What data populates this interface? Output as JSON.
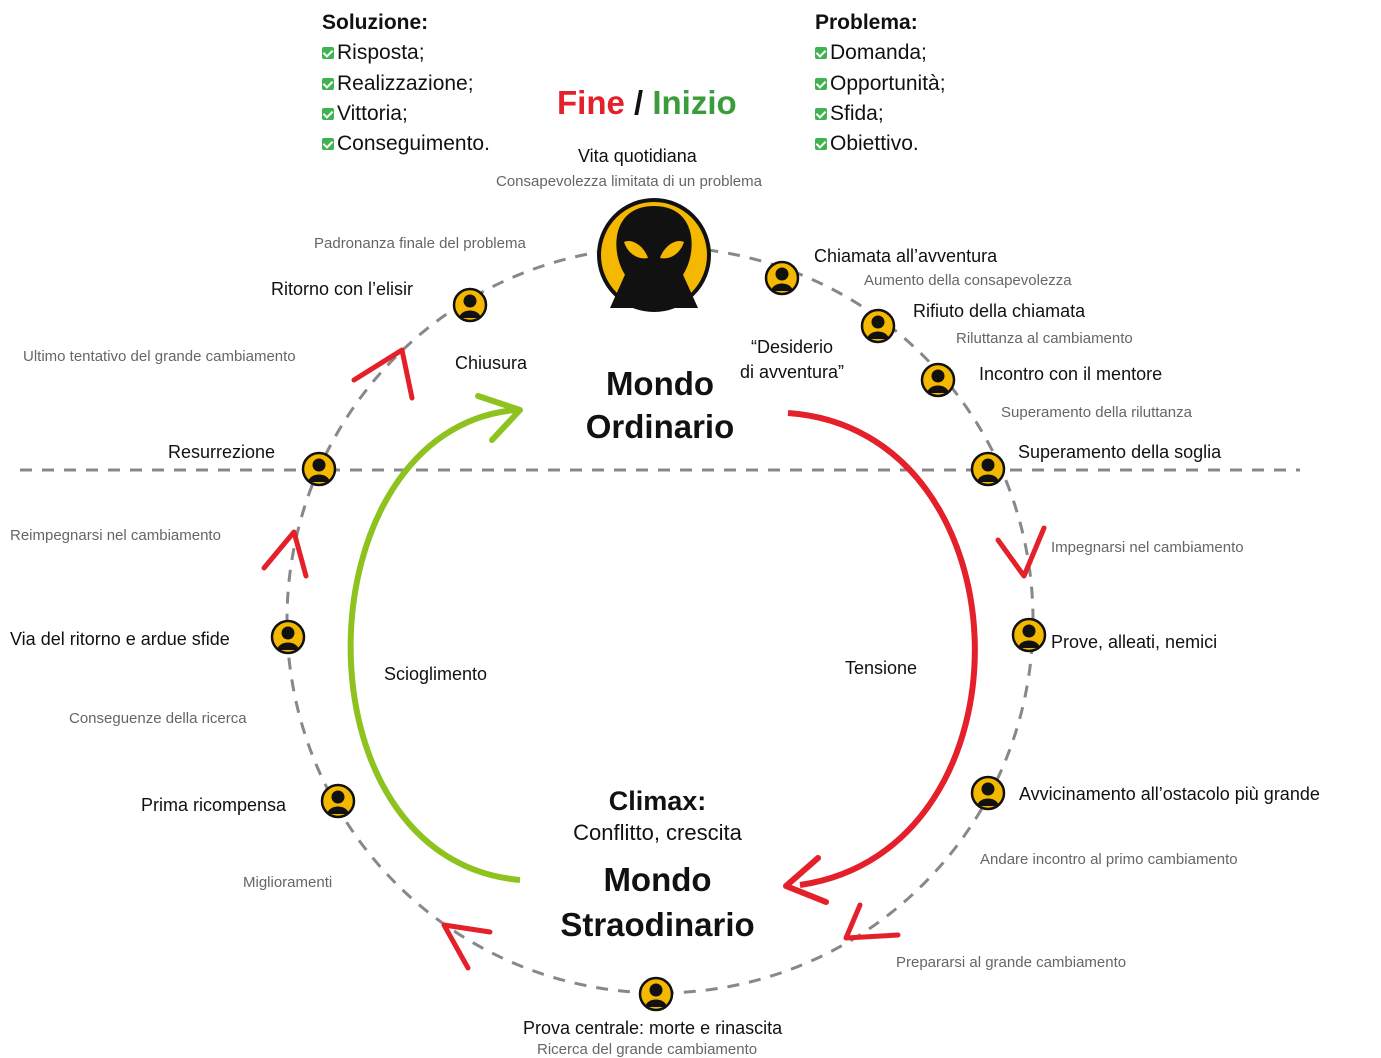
{
  "solution": {
    "title": "Soluzione:",
    "items": [
      "Risposta;",
      "Realizzazione;",
      "Vittoria;",
      "Conseguimento."
    ]
  },
  "problem": {
    "title": "Problema:",
    "items": [
      "Domanda;",
      "Opportunità;",
      "Sfida;",
      "Obiettivo."
    ]
  },
  "cycle_title": {
    "end": "Fine",
    "separator": "/",
    "start": "Inizio"
  },
  "top": {
    "label": "Vita quotidiana",
    "sub": "Consapevolezza limitata  di un problema"
  },
  "stages": {
    "call": "Chiamata all’avventura",
    "call_sub": "Aumento della consapevolezza",
    "refusal": "Rifiuto della chiamata",
    "refusal_sub": "Riluttanza al cambiamento",
    "mentor": "Incontro con il mentore",
    "mentor_sub": "Superamento della riluttanza",
    "threshold": "Superamento della soglia",
    "threshold_sub": "Impegnarsi nel cambiamento",
    "tests": "Prove, alleati, nemici",
    "approach": "Avvicinamento all’ostacolo più grande",
    "approach_sub": "Andare incontro al primo cambiamento",
    "prepare_sub": "Prepararsi al grande cambiamento",
    "ordeal": "Prova centrale: morte e rinascita",
    "ordeal_sub": "Ricerca del grande cambiamento",
    "improve_sub": "Miglioramenti",
    "reward": "Prima ricompensa",
    "consequences_sub": "Conseguenze della ricerca",
    "road_back": "Via del ritorno e ardue sfide",
    "recommit_sub": "Reimpegnarsi nel cambiamento",
    "resurrection": "Resurrezione",
    "last_attempt_sub": "Ultimo tentativo del grande cambiamento",
    "return": "Ritorno con l’elisir",
    "mastery_sub": "Padronanza finale del problema"
  },
  "inner": {
    "desire": "“Desiderio\ndi avventura”",
    "closure": "Chiusura",
    "ordinary_world": "Mondo\nOrdinario",
    "tension": "Tensione",
    "resolution": "Scioglimento",
    "climax_title": "Climax:",
    "climax_sub": "Conflitto, crescita",
    "special_world": "Mondo\nStraodinario"
  },
  "colors": {
    "red": "#e4202b",
    "green": "#8dc21f",
    "title_green": "#3a9c3a",
    "check_green": "#3fb34f",
    "icon_yellow": "#f5b800",
    "dashed_gray": "#888888"
  },
  "icons": {
    "hero": "alien-head-icon",
    "stage": "person-silhouette-icon"
  }
}
